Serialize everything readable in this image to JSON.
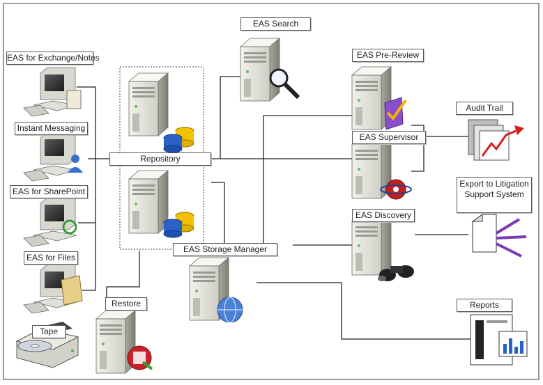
{
  "labels": {
    "exchange": "EAS for Exchange/Notes",
    "im": "Instant Messaging",
    "sharepoint": "EAS for SharePoint",
    "files": "EAS for Files",
    "tape": "Tape",
    "restore": "Restore",
    "repository": "Repository",
    "storage_manager": "EAS Storage Manager",
    "search": "EAS Search",
    "pre_review": "EAS Pre-Review",
    "supervisor": "EAS Supervisor",
    "discovery": "EAS Discovery",
    "audit_trail": "Audit Trail",
    "export": "Export to Litigation Support System",
    "reports": "Reports"
  },
  "colors": {
    "line": "#222222",
    "server_body": "#e4e4dc",
    "db_yellow": "#f2c200",
    "db_blue": "#2a62c9",
    "audit_red": "#d81c1c",
    "export_purple": "#7a3bb5",
    "supervisor_eye": "#c2201e"
  },
  "icons": [
    "magnifier-icon",
    "checkmark-icon",
    "eye-icon",
    "binoculars-icon",
    "globe-icon",
    "floppy-restore-icon",
    "database-icon",
    "document-icon",
    "chart-icon",
    "tape-drive-icon",
    "user-icon",
    "folder-icon",
    "sync-icon"
  ]
}
